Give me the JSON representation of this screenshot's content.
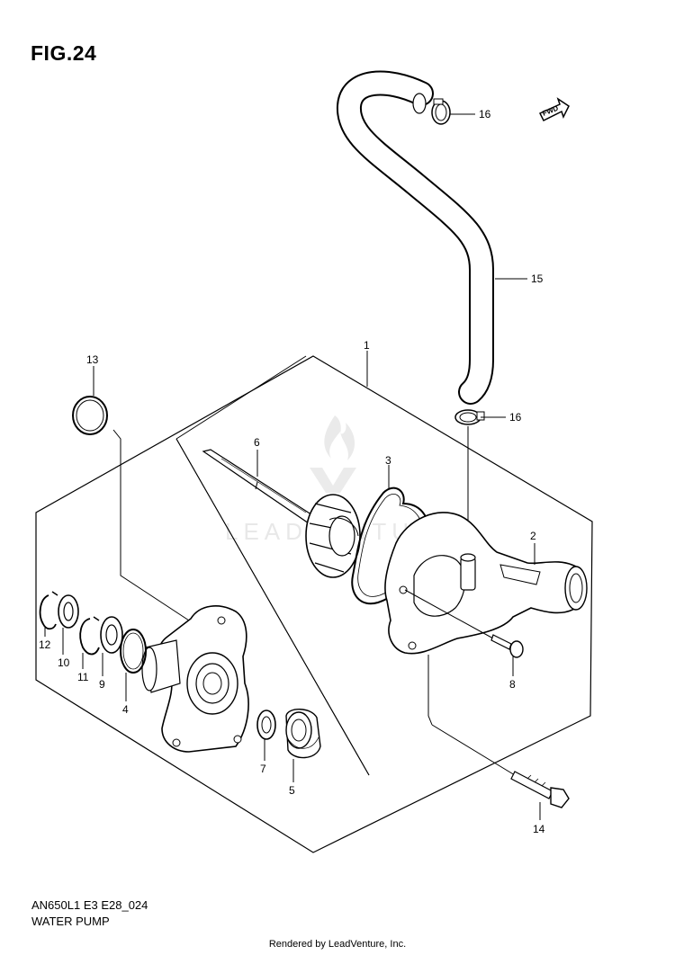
{
  "figure": {
    "title": "FIG.24"
  },
  "footer": {
    "model_code": "AN650L1 E3 E28_024",
    "diagram_name": "WATER PUMP",
    "rendered_by": "Rendered by LeadVenture, Inc."
  },
  "watermark": {
    "text": "LEADVENTURE"
  },
  "direction_marker": {
    "text": "FWD"
  },
  "parts": {
    "p1": "1",
    "p2": "2",
    "p3": "3",
    "p4": "4",
    "p5": "5",
    "p6": "6",
    "p7": "7",
    "p8": "8",
    "p9": "9",
    "p10": "10",
    "p11": "11",
    "p12": "12",
    "p13": "13",
    "p14": "14",
    "p15": "15",
    "p16_top": "16",
    "p16_lower": "16"
  }
}
